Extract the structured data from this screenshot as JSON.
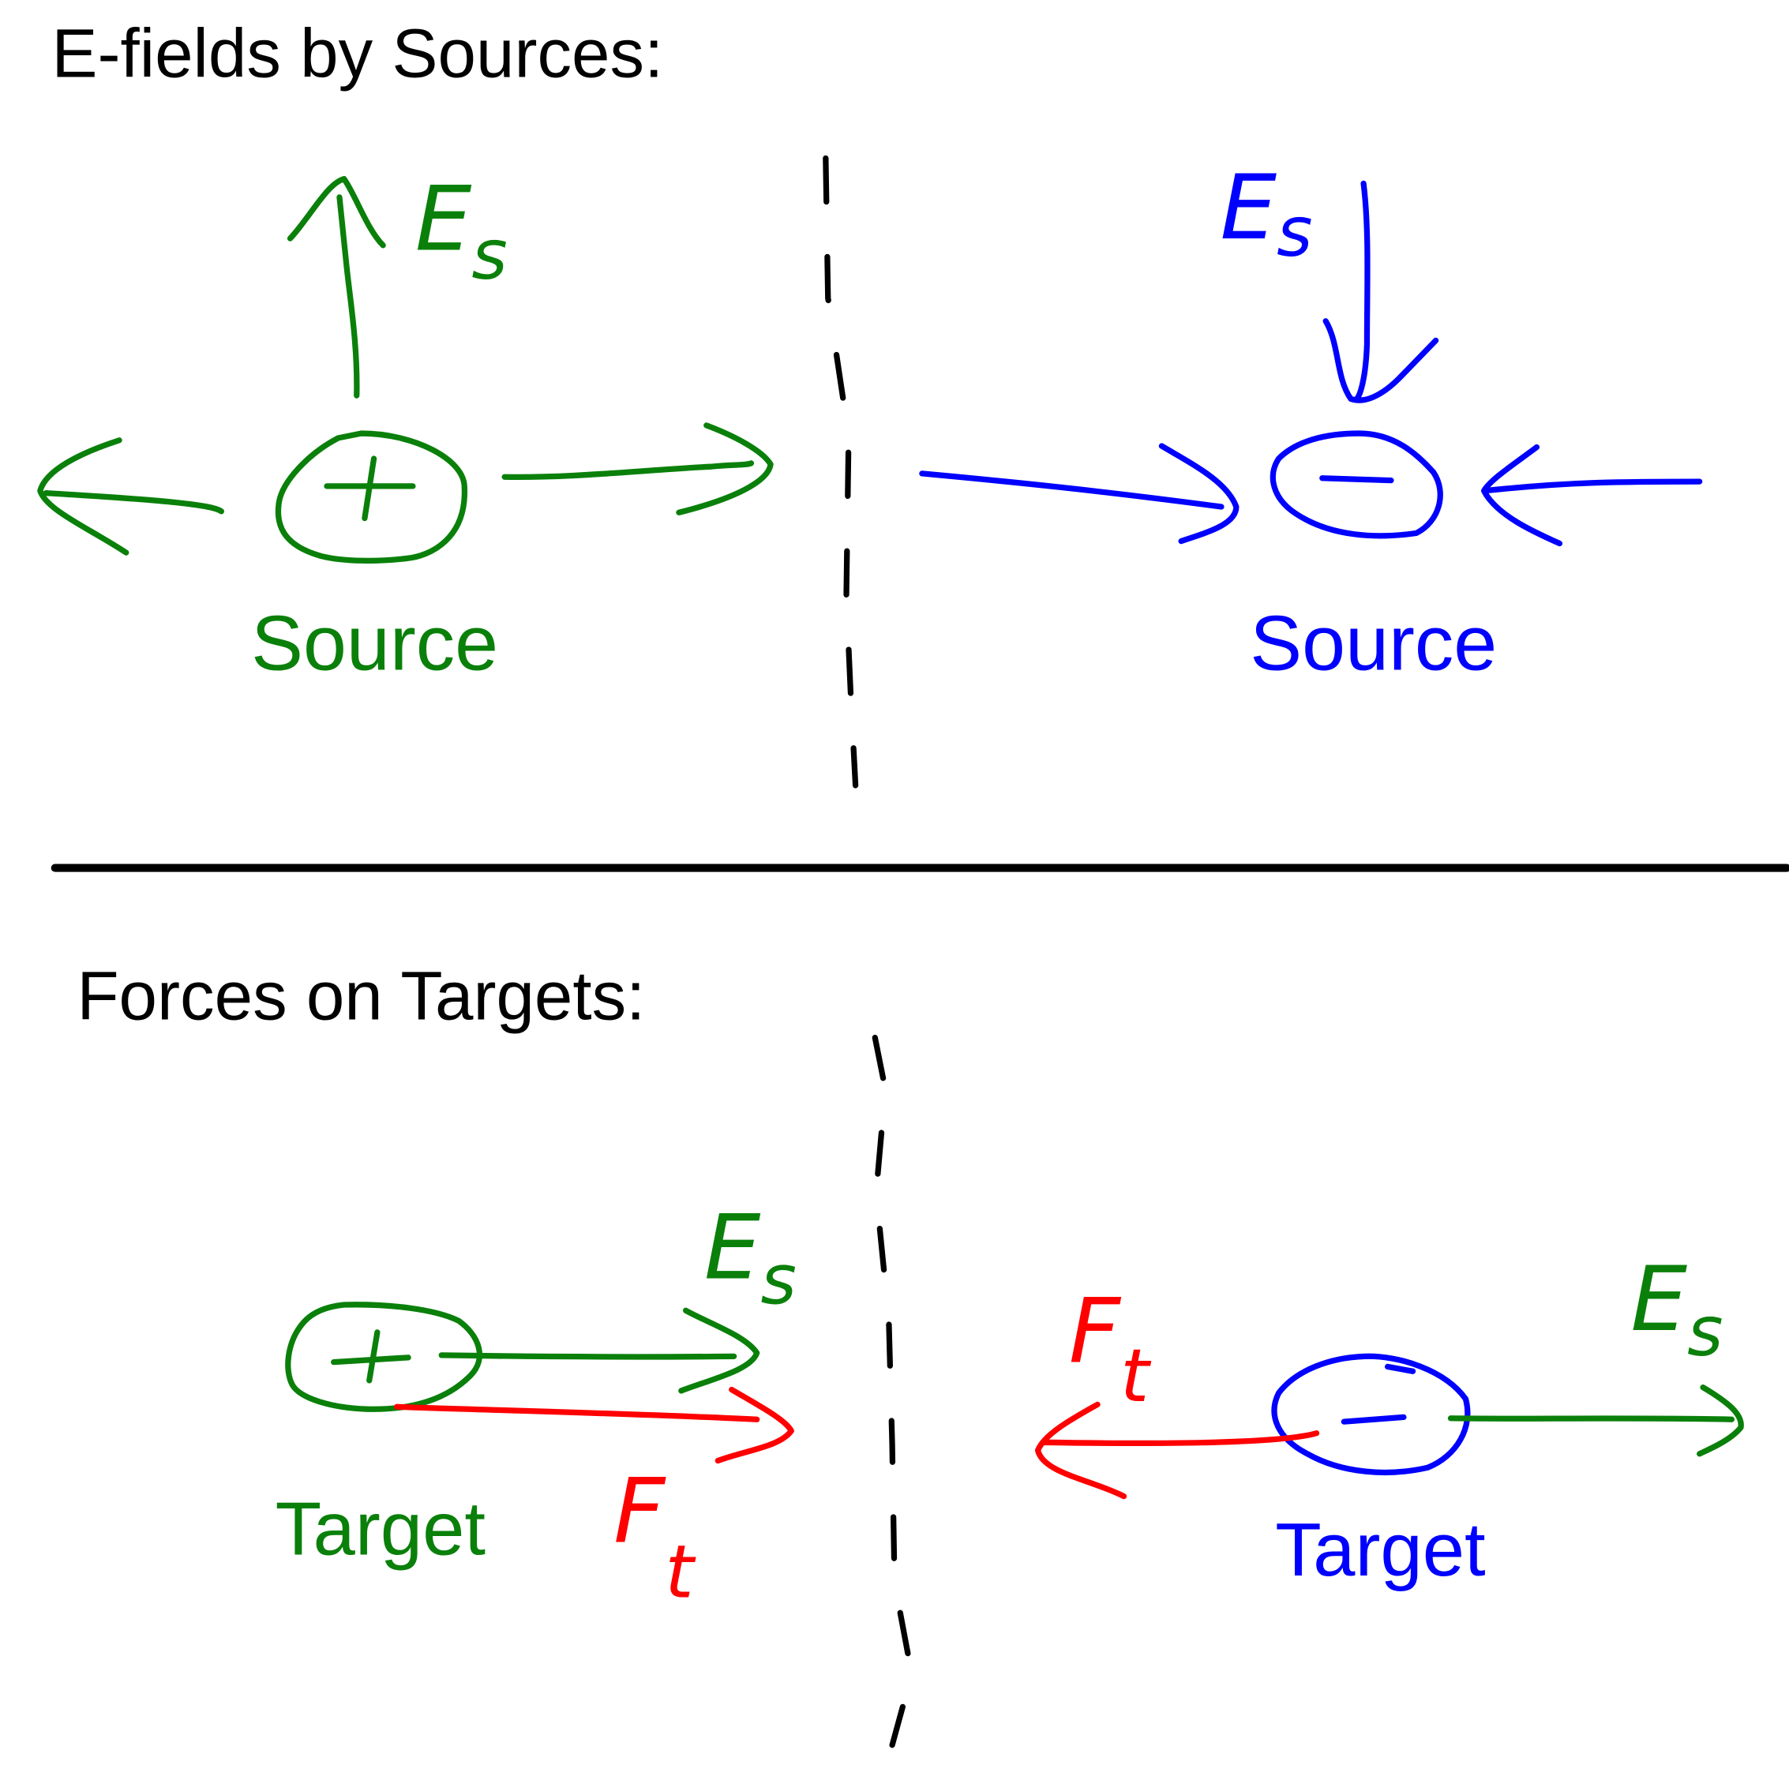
{
  "top": {
    "title": "E-fields by Sources:",
    "positive_source_label": "Source",
    "negative_source_label": "Source",
    "field_label_main": "E",
    "field_label_sub": "s"
  },
  "bottom": {
    "title": "Forces on Targets:",
    "positive_target_label": "Target",
    "negative_target_label": "Target",
    "field_label_main": "E",
    "field_label_sub": "s",
    "force_label_main": "F",
    "force_label_sub": "t"
  },
  "colors": {
    "positive": "#0a800a",
    "negative": "#0000ff",
    "force": "#ff0000",
    "text": "#000000"
  }
}
